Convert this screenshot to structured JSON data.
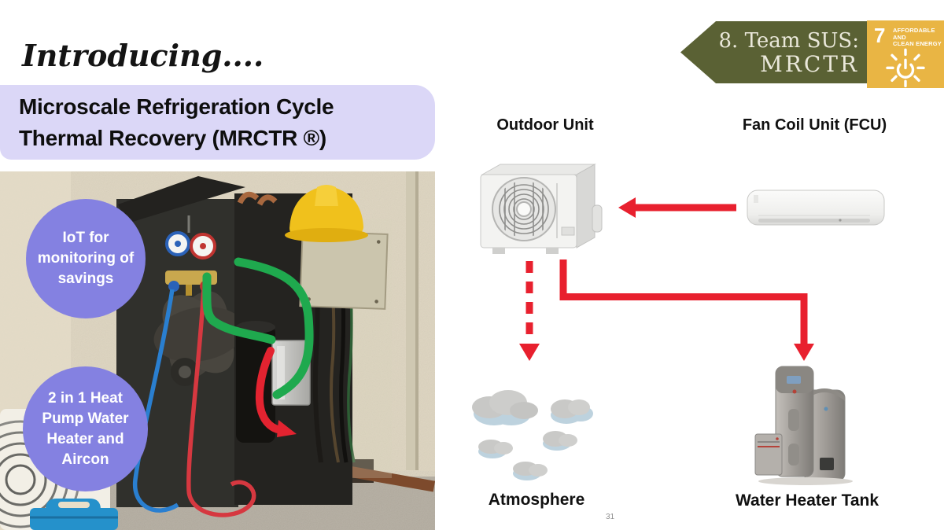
{
  "slide": {
    "intro": "Introducing....",
    "title_line1": "Microscale Refrigeration Cycle",
    "title_line2": "Thermal Recovery (MRCTR ®)",
    "page_number": "31"
  },
  "banner": {
    "line1": "8. Team SUS:",
    "line2": "MRCTR"
  },
  "sdg": {
    "number": "7",
    "label_line1": "AFFORDABLE AND",
    "label_line2": "CLEAN ENERGY"
  },
  "photo_badges": {
    "badge1": "IoT for monitoring of savings",
    "badge2": "2 in 1 Heat Pump Water Heater and Aircon"
  },
  "diagram": {
    "outdoor_label": "Outdoor Unit",
    "fcu_label": "Fan Coil Unit (FCU)",
    "atmosphere_label": "Atmosphere",
    "tank_label": "Water Heater Tank",
    "edges": [
      {
        "from": "Fan Coil Unit (FCU)",
        "to": "Outdoor Unit",
        "style": "solid"
      },
      {
        "from": "Outdoor Unit",
        "to": "Atmosphere",
        "style": "dashed"
      },
      {
        "from": "Outdoor Unit",
        "to": "Water Heater Tank",
        "style": "solid"
      }
    ]
  },
  "colors": {
    "accent_red": "#e8202e",
    "badge_purple": "#8481e1",
    "title_box_purple": "#dbd7f7",
    "banner_green": "#5a6134",
    "sdg_yellow": "#e9b544"
  }
}
